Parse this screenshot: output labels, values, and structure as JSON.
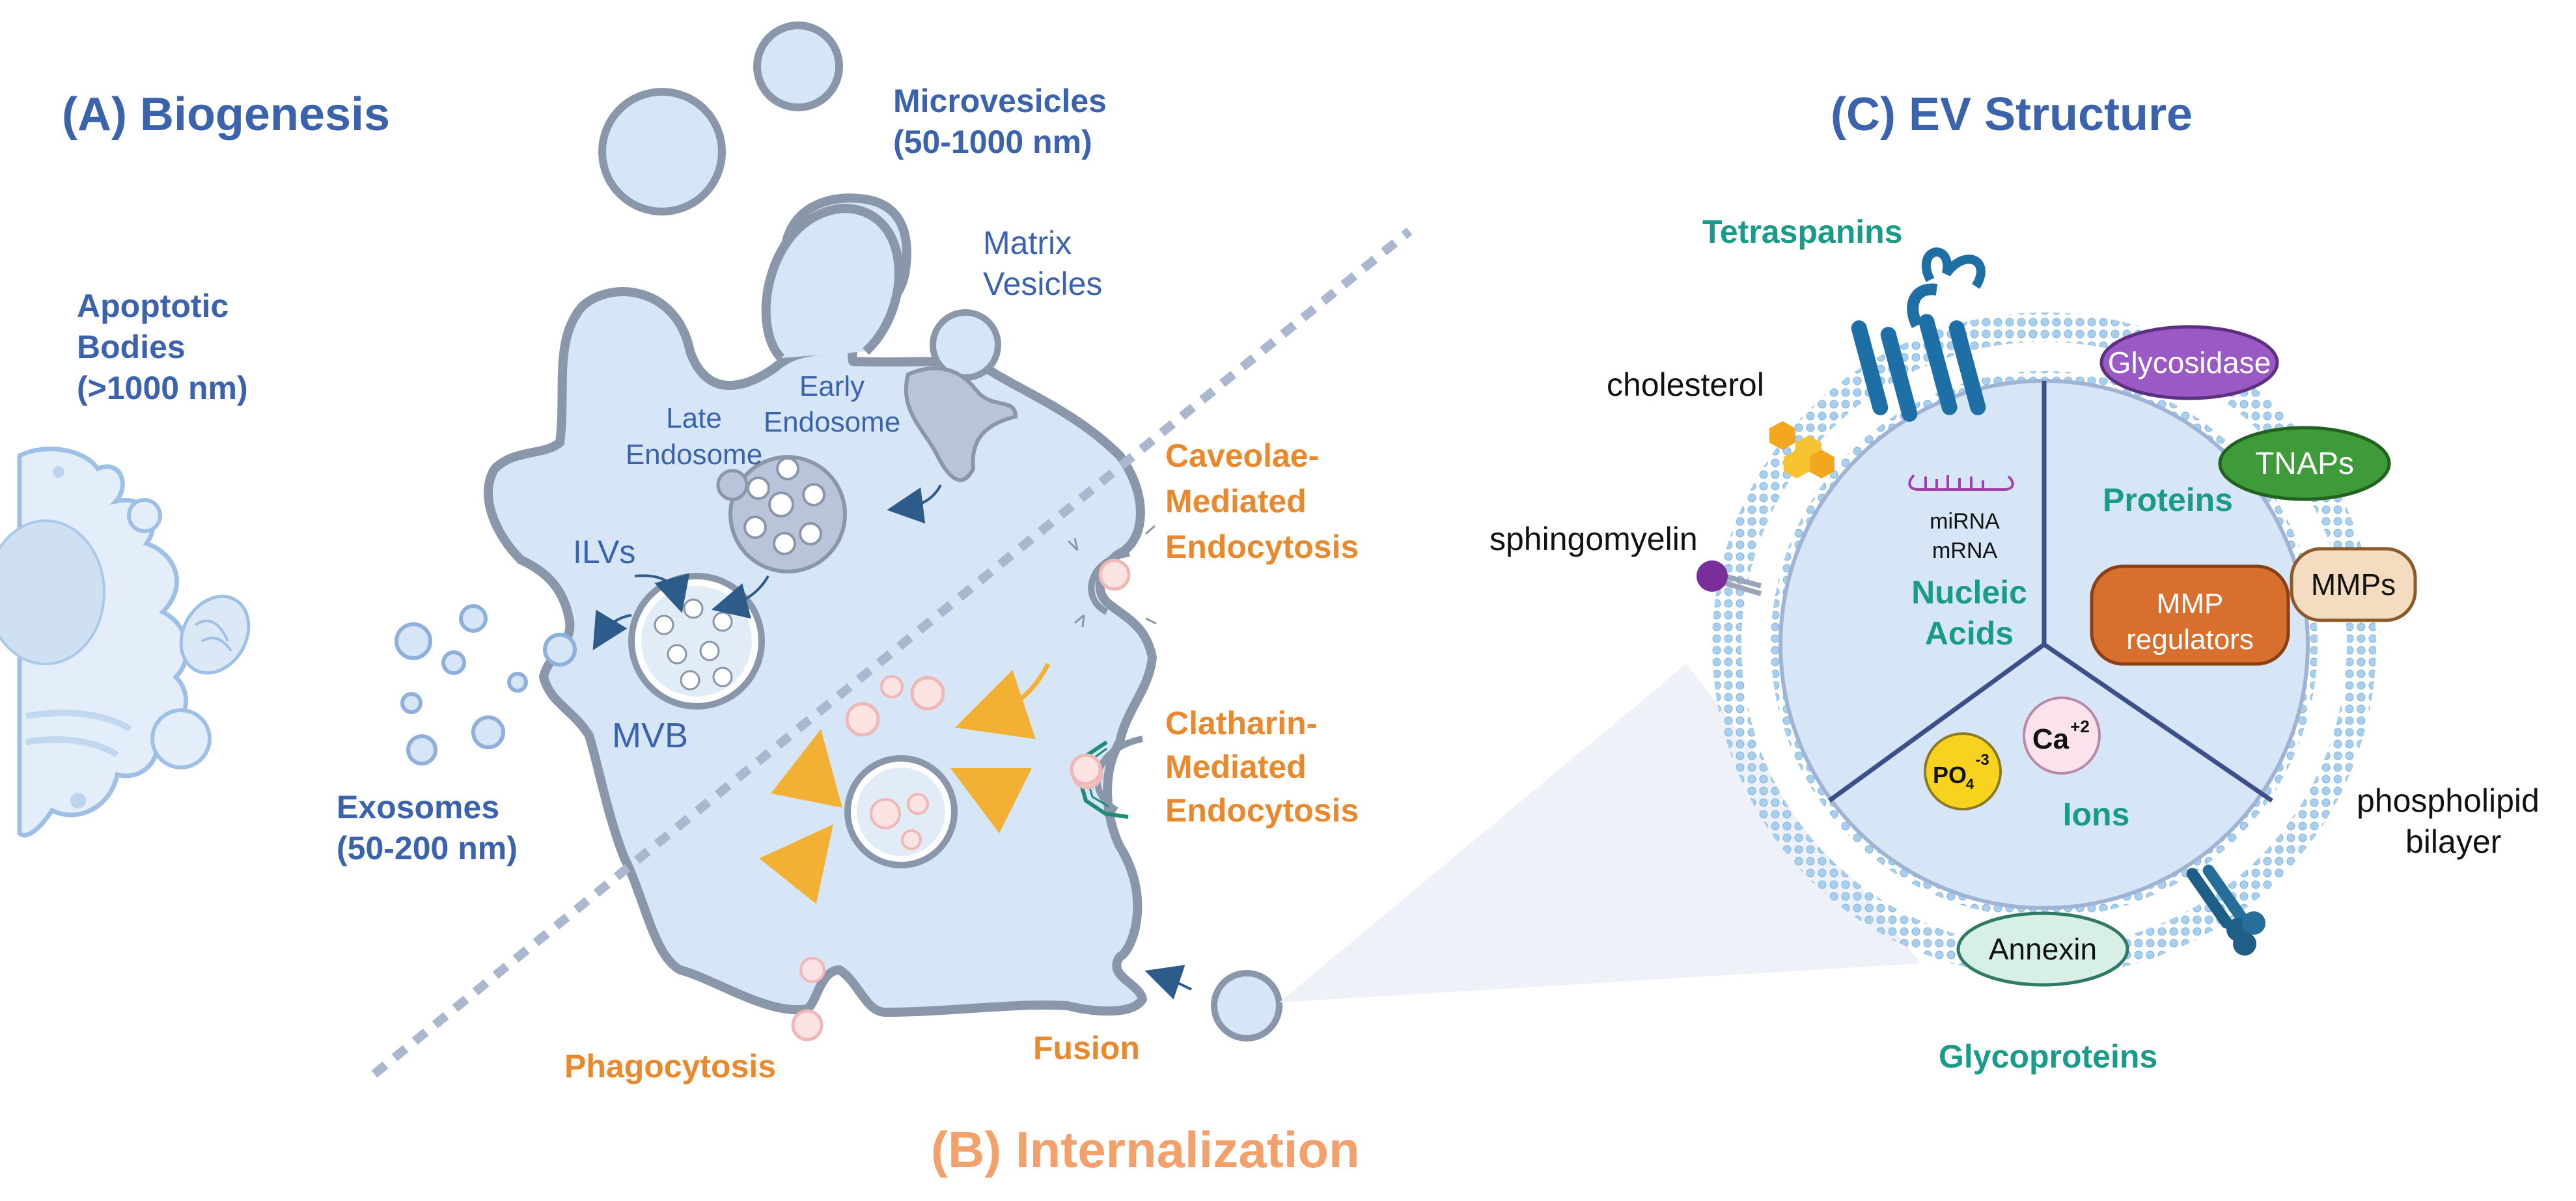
{
  "sections": {
    "biogenesis_title": "(A) Biogenesis",
    "internalization_title": "(B) Internalization",
    "structure_title": "(C) EV Structure"
  },
  "biogenesis": {
    "apoptotic_bodies": [
      "Apoptotic",
      "Bodies",
      "(>1000 nm)"
    ],
    "microvesicles": [
      "Microvesicles",
      "(50-1000 nm)"
    ],
    "matrix_vesicles": [
      "Matrix",
      "Vesicles"
    ],
    "exosomes": [
      "Exosomes",
      "(50-200 nm)"
    ],
    "late_endosome": [
      "Late",
      "Endosome"
    ],
    "early_endosome": [
      "Early",
      "Endosome"
    ],
    "ilvs": "ILVs",
    "mvb": "MVB"
  },
  "internalization": {
    "caveolae": [
      "Caveolae-",
      "Mediated",
      "Endocytosis"
    ],
    "clathrin": [
      "Clatharin-",
      "Mediated",
      "Endocytosis"
    ],
    "phagocytosis": "Phagocytosis",
    "fusion": "Fusion"
  },
  "structure": {
    "tetraspanins": "Tetraspanins",
    "cholesterol": "cholesterol",
    "sphingomyelin": "sphingomyelin",
    "phospholipid": [
      "phospholipid",
      "bilayer"
    ],
    "glycoproteins": "Glycoproteins",
    "rna": [
      "miRNA",
      "mRNA"
    ],
    "nucleic_acids": [
      "Nucleic",
      "Acids"
    ],
    "proteins": "Proteins",
    "ions": "Ions",
    "calcium": "Ca",
    "calcium_charge": "+2",
    "phosphate": "PO",
    "phosphate_sub": "4",
    "phosphate_charge": "-3",
    "glycosidase": "Glycosidase",
    "tnaps": "TNAPs",
    "mmps": "MMPs",
    "mmp_regulators": [
      "MMP",
      "regulators"
    ],
    "annexin": "Annexin"
  },
  "colors": {
    "title_blue": "#3b63ad",
    "title_orange": "#f4a06b",
    "label_orange": "#e8892e",
    "label_teal": "#1a9b8a",
    "cell_fill": "#d6e6f7",
    "cell_stroke": "#8a96aa",
    "glycosidase": "#9b59c6",
    "tnaps": "#3f9a3a",
    "mmp_regulators": "#d96f2e",
    "mmps": "#f4dcc0",
    "annexin": "#d8efe6"
  }
}
